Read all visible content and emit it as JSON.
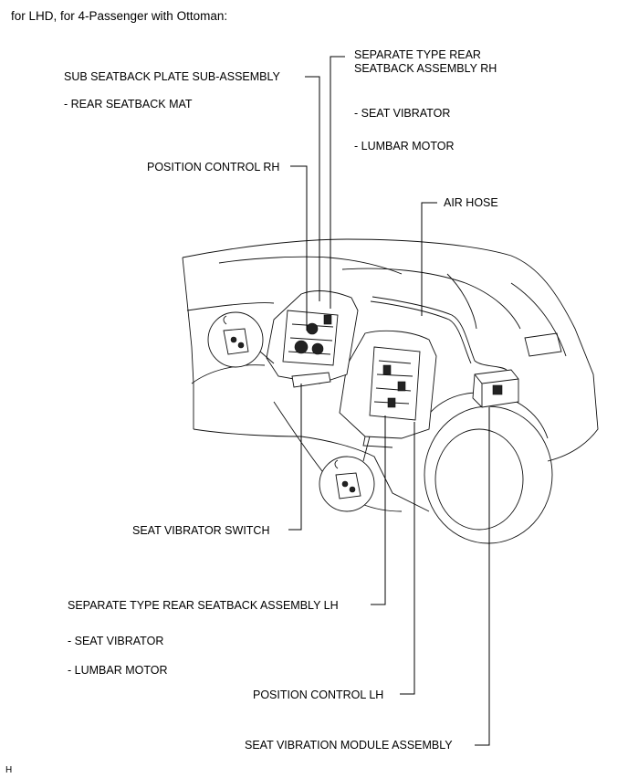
{
  "header": "for LHD, for 4-Passenger with Ottoman:",
  "labels": {
    "sub_plate": "SUB SEATBACK PLATE SUB-ASSEMBLY",
    "sub_plate_item": "- REAR SEATBACK MAT",
    "sep_rh": "SEPARATE TYPE REAR\nSEATBACK ASSEMBLY RH",
    "sep_rh_item1": "- SEAT VIBRATOR",
    "sep_rh_item2": "- LUMBAR MOTOR",
    "pos_rh": "POSITION CONTROL RH",
    "air_hose": "AIR HOSE",
    "vib_switch": "SEAT VIBRATOR SWITCH",
    "sep_lh": "SEPARATE TYPE REAR SEATBACK ASSEMBLY LH",
    "sep_lh_item1": "- SEAT VIBRATOR",
    "sep_lh_item2": "- LUMBAR MOTOR",
    "pos_lh": "POSITION CONTROL LH",
    "module": "SEAT VIBRATION MODULE ASSEMBLY"
  },
  "footer_code": "H"
}
